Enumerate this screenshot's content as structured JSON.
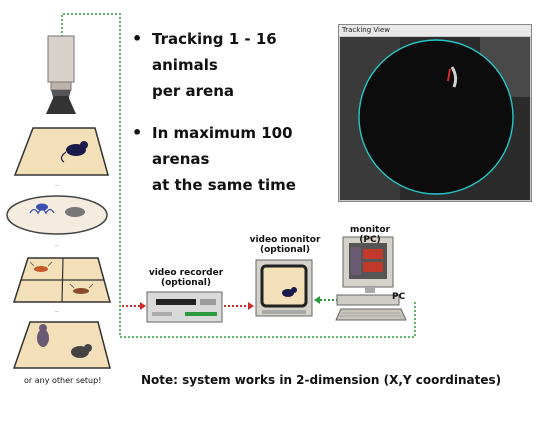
{
  "bullets": [
    {
      "line1": "Tracking 1 - 16 animals",
      "line2": "per arena"
    },
    {
      "line1": "In maximum 100 arenas",
      "line2": "at the same time"
    }
  ],
  "tracking_view": {
    "title": "Tracking View"
  },
  "setup_separators": [
    "..",
    "..",
    ".."
  ],
  "other_setup_label": "or any other setup!",
  "video_recorder": {
    "line1": "video recorder",
    "line2": "(optional)"
  },
  "video_monitor": {
    "line1": "video monitor",
    "line2": "(optional)"
  },
  "monitor_pc": {
    "label": "monitor (PC)",
    "pc_label": "PC"
  },
  "note": "Note: system works in 2-dimension (X,Y coordinates)",
  "colors": {
    "arena_fill": "#f3dfb8",
    "dashed_green": "#2a9a3c",
    "dashed_red": "#d22b2b",
    "tracking_circle": "#26c6c6"
  }
}
